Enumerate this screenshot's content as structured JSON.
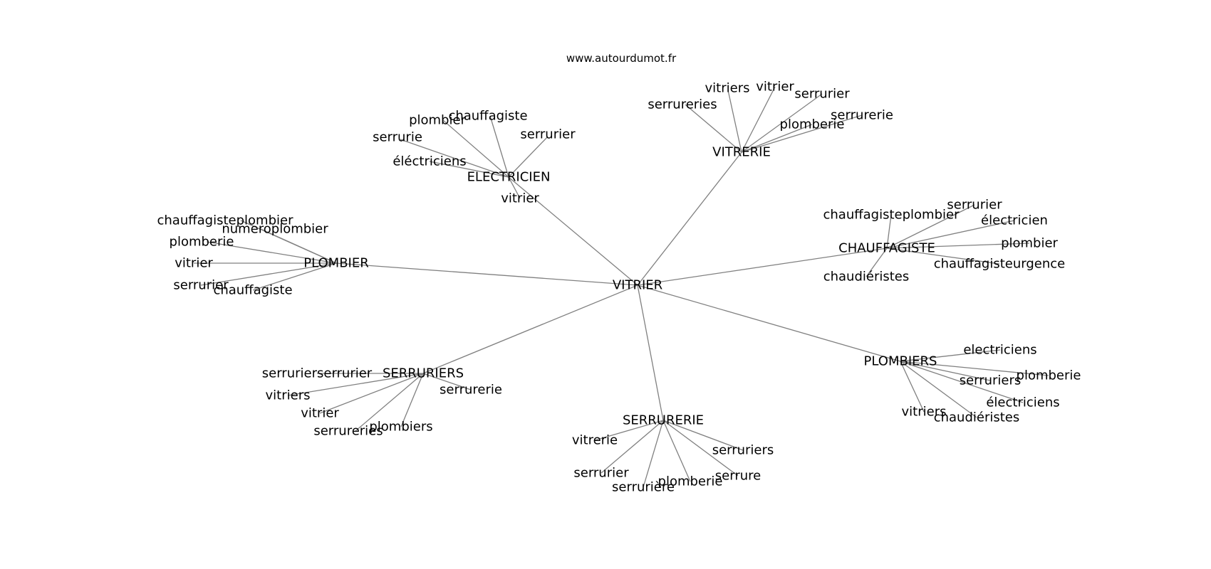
{
  "header": {
    "site": "www.autourdumot.fr"
  },
  "graph": {
    "center": "VITRIER",
    "hubs": [
      {
        "label": "VITRERIE",
        "leaves": [
          "serrureries",
          "vitriers",
          "vitrier",
          "serrurier",
          "plomberie",
          "serrurerie"
        ]
      },
      {
        "label": "ELECTRICIEN",
        "leaves": [
          "plombier",
          "chauffagiste",
          "serrurier",
          "serrurie",
          "éléctriciens",
          "vitrier"
        ]
      },
      {
        "label": "PLOMBIER",
        "leaves": [
          "chauffagisteplombier",
          "numeroplombier",
          "plomberie",
          "vitrier",
          "serrurier",
          "chauffagiste"
        ]
      },
      {
        "label": "CHAUFFAGISTE",
        "leaves": [
          "chauffagisteplombier",
          "serrurier",
          "électricien",
          "plombier",
          "chauffagisteurgence",
          "chaudiéristes"
        ]
      },
      {
        "label": "SERRURIERS",
        "leaves": [
          "serrurierserrurier",
          "vitriers",
          "vitrier",
          "serrureries",
          "plombiers",
          "serrurerie"
        ]
      },
      {
        "label": "SERRURERIE",
        "leaves": [
          "vitrerie",
          "serrurier",
          "serrurière",
          "plomberie",
          "serrure",
          "serruriers"
        ]
      },
      {
        "label": "PLOMBIERS",
        "leaves": [
          "electriciens",
          "plomberie",
          "serruriers",
          "électriciens",
          "vitriers",
          "chaudiéristes"
        ]
      }
    ]
  }
}
